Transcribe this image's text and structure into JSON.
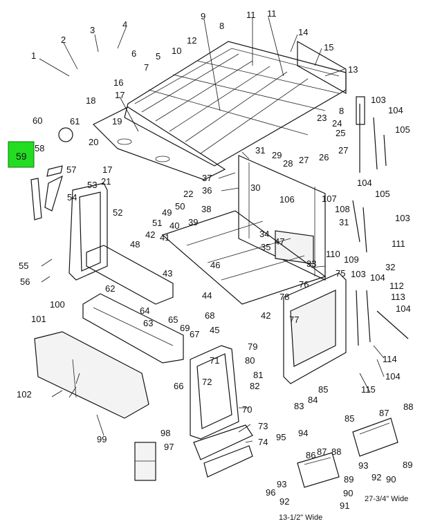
{
  "diagram": {
    "highlighted_part": "59",
    "callouts": [
      {
        "id": "1",
        "label": "1"
      },
      {
        "id": "2",
        "label": "2"
      },
      {
        "id": "3",
        "label": "3"
      },
      {
        "id": "4",
        "label": "4"
      },
      {
        "id": "5",
        "label": "5"
      },
      {
        "id": "6",
        "label": "6"
      },
      {
        "id": "7",
        "label": "7"
      },
      {
        "id": "8a",
        "label": "8"
      },
      {
        "id": "8b",
        "label": "8"
      },
      {
        "id": "9",
        "label": "9"
      },
      {
        "id": "10",
        "label": "10"
      },
      {
        "id": "11a",
        "label": "11"
      },
      {
        "id": "11b",
        "label": "11"
      },
      {
        "id": "12",
        "label": "12"
      },
      {
        "id": "13",
        "label": "13"
      },
      {
        "id": "14",
        "label": "14"
      },
      {
        "id": "15",
        "label": "15"
      },
      {
        "id": "16",
        "label": "16"
      },
      {
        "id": "17a",
        "label": "17"
      },
      {
        "id": "17b",
        "label": "17"
      },
      {
        "id": "18",
        "label": "18"
      },
      {
        "id": "19",
        "label": "19"
      },
      {
        "id": "20",
        "label": "20"
      },
      {
        "id": "21",
        "label": "21"
      },
      {
        "id": "22",
        "label": "22"
      },
      {
        "id": "23",
        "label": "23"
      },
      {
        "id": "24",
        "label": "24"
      },
      {
        "id": "25",
        "label": "25"
      },
      {
        "id": "26",
        "label": "26"
      },
      {
        "id": "27a",
        "label": "27"
      },
      {
        "id": "27b",
        "label": "27"
      },
      {
        "id": "28",
        "label": "28"
      },
      {
        "id": "29",
        "label": "29"
      },
      {
        "id": "30",
        "label": "30"
      },
      {
        "id": "31a",
        "label": "31"
      },
      {
        "id": "31b",
        "label": "31"
      },
      {
        "id": "32",
        "label": "32"
      },
      {
        "id": "33",
        "label": "33"
      },
      {
        "id": "34",
        "label": "34"
      },
      {
        "id": "35",
        "label": "35"
      },
      {
        "id": "36",
        "label": "36"
      },
      {
        "id": "37",
        "label": "37"
      },
      {
        "id": "38",
        "label": "38"
      },
      {
        "id": "39",
        "label": "39"
      },
      {
        "id": "40",
        "label": "40"
      },
      {
        "id": "41",
        "label": "41"
      },
      {
        "id": "42a",
        "label": "42"
      },
      {
        "id": "42b",
        "label": "42"
      },
      {
        "id": "43",
        "label": "43"
      },
      {
        "id": "44",
        "label": "44"
      },
      {
        "id": "45",
        "label": "45"
      },
      {
        "id": "46",
        "label": "46"
      },
      {
        "id": "47",
        "label": "47"
      },
      {
        "id": "48",
        "label": "48"
      },
      {
        "id": "49",
        "label": "49"
      },
      {
        "id": "50",
        "label": "50"
      },
      {
        "id": "51",
        "label": "51"
      },
      {
        "id": "52",
        "label": "52"
      },
      {
        "id": "53",
        "label": "53"
      },
      {
        "id": "54",
        "label": "54"
      },
      {
        "id": "55",
        "label": "55"
      },
      {
        "id": "56",
        "label": "56"
      },
      {
        "id": "57",
        "label": "57"
      },
      {
        "id": "58",
        "label": "58"
      },
      {
        "id": "60",
        "label": "60"
      },
      {
        "id": "61",
        "label": "61"
      },
      {
        "id": "62",
        "label": "62"
      },
      {
        "id": "63",
        "label": "63"
      },
      {
        "id": "64",
        "label": "64"
      },
      {
        "id": "65",
        "label": "65"
      },
      {
        "id": "66",
        "label": "66"
      },
      {
        "id": "67",
        "label": "67"
      },
      {
        "id": "68",
        "label": "68"
      },
      {
        "id": "69",
        "label": "69"
      },
      {
        "id": "70",
        "label": "70"
      },
      {
        "id": "71",
        "label": "71"
      },
      {
        "id": "72",
        "label": "72"
      },
      {
        "id": "73",
        "label": "73"
      },
      {
        "id": "74",
        "label": "74"
      },
      {
        "id": "75",
        "label": "75"
      },
      {
        "id": "76",
        "label": "76"
      },
      {
        "id": "77",
        "label": "77"
      },
      {
        "id": "78",
        "label": "78"
      },
      {
        "id": "79",
        "label": "79"
      },
      {
        "id": "80",
        "label": "80"
      },
      {
        "id": "81",
        "label": "81"
      },
      {
        "id": "82",
        "label": "82"
      },
      {
        "id": "83",
        "label": "83"
      },
      {
        "id": "84",
        "label": "84"
      },
      {
        "id": "85a",
        "label": "85"
      },
      {
        "id": "85b",
        "label": "85"
      },
      {
        "id": "86",
        "label": "86"
      },
      {
        "id": "87a",
        "label": "87"
      },
      {
        "id": "87b",
        "label": "87"
      },
      {
        "id": "88a",
        "label": "88"
      },
      {
        "id": "88b",
        "label": "88"
      },
      {
        "id": "89a",
        "label": "89"
      },
      {
        "id": "89b",
        "label": "89"
      },
      {
        "id": "90a",
        "label": "90"
      },
      {
        "id": "90b",
        "label": "90"
      },
      {
        "id": "91",
        "label": "91"
      },
      {
        "id": "92a",
        "label": "92"
      },
      {
        "id": "92b",
        "label": "92"
      },
      {
        "id": "93a",
        "label": "93"
      },
      {
        "id": "93b",
        "label": "93"
      },
      {
        "id": "94",
        "label": "94"
      },
      {
        "id": "95",
        "label": "95"
      },
      {
        "id": "96",
        "label": "96"
      },
      {
        "id": "97",
        "label": "97"
      },
      {
        "id": "98",
        "label": "98"
      },
      {
        "id": "99",
        "label": "99"
      },
      {
        "id": "100",
        "label": "100"
      },
      {
        "id": "101",
        "label": "101"
      },
      {
        "id": "102",
        "label": "102"
      },
      {
        "id": "103a",
        "label": "103"
      },
      {
        "id": "103b",
        "label": "103"
      },
      {
        "id": "103c",
        "label": "103"
      },
      {
        "id": "104a",
        "label": "104"
      },
      {
        "id": "104b",
        "label": "104"
      },
      {
        "id": "104c",
        "label": "104"
      },
      {
        "id": "104d",
        "label": "104"
      },
      {
        "id": "104e",
        "label": "104"
      },
      {
        "id": "105a",
        "label": "105"
      },
      {
        "id": "105b",
        "label": "105"
      },
      {
        "id": "106",
        "label": "106"
      },
      {
        "id": "107",
        "label": "107"
      },
      {
        "id": "108",
        "label": "108"
      },
      {
        "id": "109",
        "label": "109"
      },
      {
        "id": "110",
        "label": "110"
      },
      {
        "id": "111",
        "label": "111"
      },
      {
        "id": "112",
        "label": "112"
      },
      {
        "id": "113",
        "label": "113"
      },
      {
        "id": "114",
        "label": "114"
      },
      {
        "id": "115",
        "label": "115"
      }
    ],
    "notes": {
      "narrow_width": "13-1/2\" Wide",
      "wide_width": "27-3/4\" Wide"
    }
  }
}
